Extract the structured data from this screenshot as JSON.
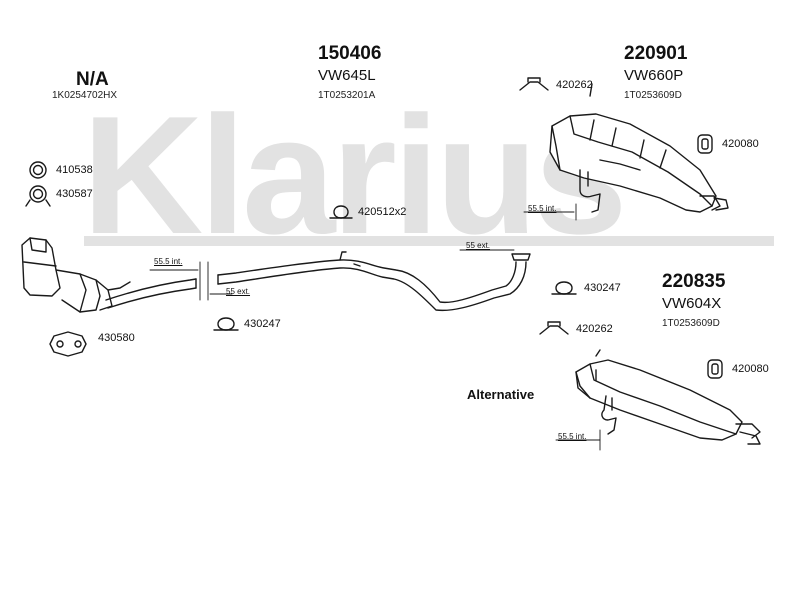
{
  "watermark": "Klarius",
  "groups": {
    "na": {
      "code": "N/A",
      "oem": "1K0254702HX"
    },
    "g150406": {
      "code": "150406",
      "model": "VW645L",
      "oem": "1T0253201A"
    },
    "g220901": {
      "code": "220901",
      "model": "VW660P",
      "oem": "1T0253609D"
    },
    "g220835": {
      "code": "220835",
      "model": "VW604X",
      "oem": "1T0253609D"
    }
  },
  "parts": {
    "p410538": "410538",
    "p430587": "430587",
    "p430580": "430580",
    "p420512": "420512x2",
    "p430247a": "430247",
    "p420262a": "420262",
    "p420080a": "420080",
    "p430247b": "430247",
    "p420262b": "420262",
    "p420080b": "420080"
  },
  "dims": {
    "d1": "55.5 int.",
    "d2": "55 ext.",
    "d3": "55 ext.",
    "d4": "55.5 int.",
    "d5": "55.5 int."
  },
  "alternative": "Alternative",
  "colors": {
    "line": "#1a1a1a",
    "watermark": "#e2e2e2",
    "text": "#111111"
  }
}
